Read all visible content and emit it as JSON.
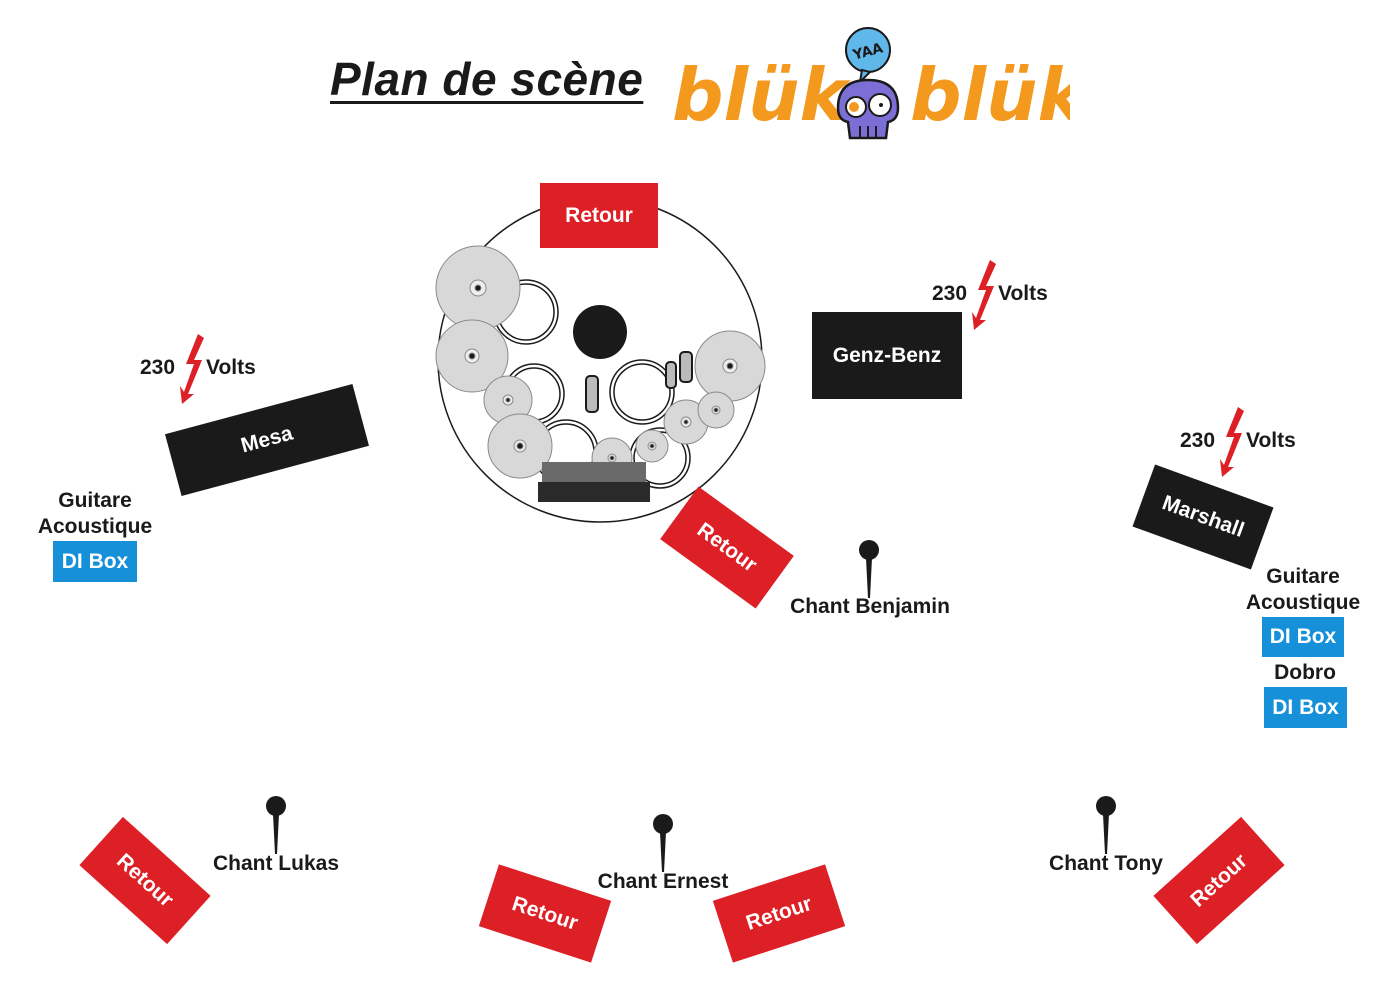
{
  "title": "Plan de scène",
  "logo": {
    "left_word": "blük",
    "right_word": "blük",
    "speech": "YAA"
  },
  "colors": {
    "retour": "#dd1f26",
    "amp": "#1a1a1a",
    "dibox": "#1690d8",
    "logo": "#f39a1e",
    "skull": "#7b6fd6"
  },
  "retour_label": "Retour",
  "amps": {
    "mesa": "Mesa",
    "genz": "Genz-Benz",
    "marshall": "Marshall"
  },
  "power": {
    "value": "230",
    "unit": "Volts"
  },
  "di": {
    "left_label_1": "Guitare",
    "left_label_2": "Acoustique",
    "right_label_1": "Guitare",
    "right_label_2": "Acoustique",
    "dobro_label": "Dobro",
    "box_label": "DI Box"
  },
  "vocals": {
    "benjamin": "Chant Benjamin",
    "lukas": "Chant Lukas",
    "ernest": "Chant Ernest",
    "tony": "Chant Tony"
  },
  "icons": [
    "microphone-icon",
    "lightning-icon",
    "drum-kit-icon",
    "skull-logo-icon"
  ]
}
